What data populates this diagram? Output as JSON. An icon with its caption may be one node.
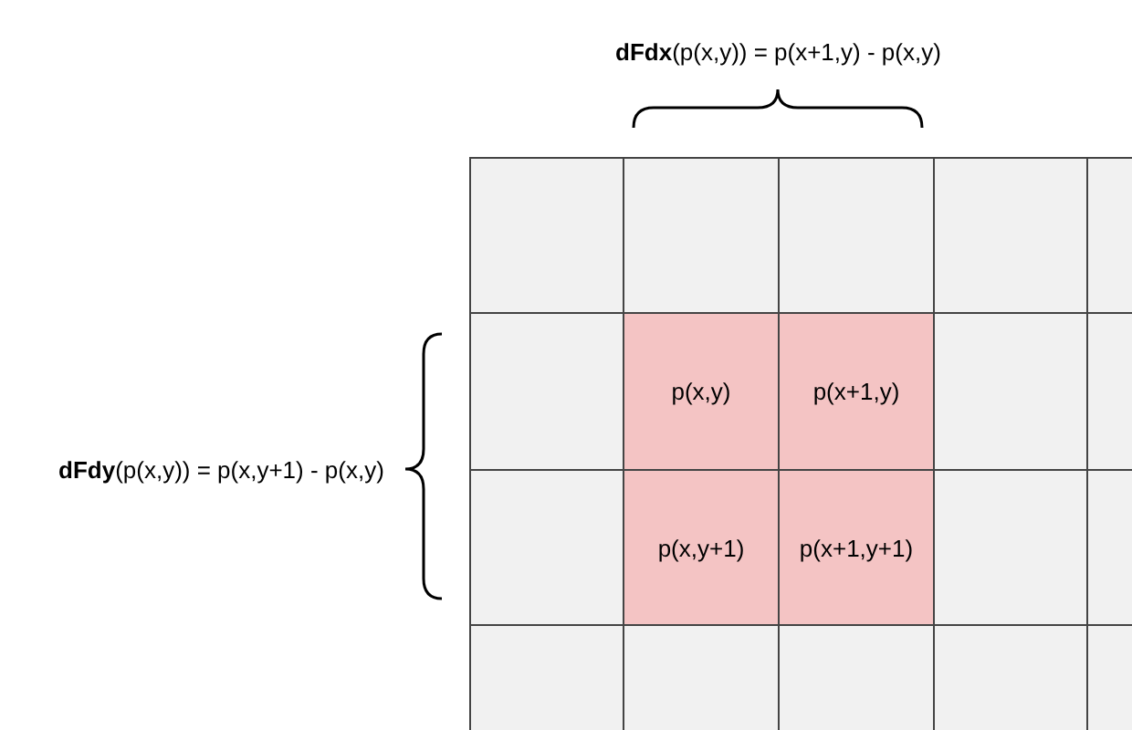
{
  "diagram": {
    "nodes": [
      {
        "text": [],
        "shape": "box"
      },
      {
        "text": [],
        "shape": "box"
      },
      {
        "text": [],
        "shape": "box"
      },
      {
        "text": [],
        "shape": "box"
      },
      {
        "text": [],
        "shape": "box"
      },
      {
        "text": [],
        "shape": "box"
      },
      {
        "text": [
          "p(x,y)"
        ]
      },
      {
        "text": [
          "p(x+1,y)"
        ]
      },
      {
        "text": [],
        "shape": "box"
      },
      {
        "text": [],
        "shape": "box"
      },
      {
        "text": [],
        "shape": "box"
      },
      {
        "text": [
          "p(x,y+1)"
        ]
      },
      {
        "text": [
          "p(x+1,y+1)"
        ]
      },
      {
        "text": [],
        "shape": "box"
      },
      {
        "text": [],
        "shape": "box"
      },
      {
        "text": [],
        "shape": "box"
      },
      {
        "text": [],
        "shape": "box"
      },
      {
        "text": [],
        "shape": "box"
      },
      {
        "text": [],
        "shape": "box"
      },
      {
        "text": [],
        "shape": "box"
      }
    ],
    "labels": [
      "**dFdx**(p(x,y)) = p(x+1,y) - p(x,y)",
      "**dFdy**(p(x,y)) = p(x,y+1) - p(x,y)"
    ]
  }
}
